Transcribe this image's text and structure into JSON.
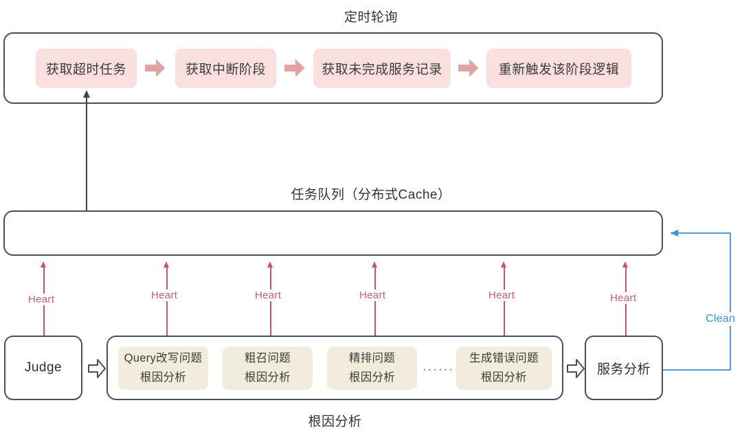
{
  "diagram": {
    "title_top": "定时轮询",
    "title_middle": "任务队列（分布式Cache）",
    "title_bottom": "根因分析"
  },
  "colors": {
    "pink_chip": "#fadfdf",
    "pink_arrow": "#e2a3a3",
    "beige_chip": "#f2ecdc",
    "box_stroke": "#4a4f54",
    "heart_red": "#cf5a6e",
    "clean_blue": "#3d8fd6",
    "text": "#333333",
    "background": "#ffffff"
  },
  "polling_row": {
    "steps": [
      {
        "label": "获取超时任务"
      },
      {
        "label": "获取中断阶段"
      },
      {
        "label": "获取未完成服务记录"
      },
      {
        "label": "重新触发该阶段逻辑"
      }
    ],
    "arrow_icon": "arrow-right-solid"
  },
  "queue": {
    "label": "任务队列（分布式Cache）",
    "inbound_arrow_icon": "arrow-up-solid"
  },
  "heartbeats": [
    {
      "label": "Heart"
    },
    {
      "label": "Heart"
    },
    {
      "label": "Heart"
    },
    {
      "label": "Heart"
    },
    {
      "label": "Heart"
    },
    {
      "label": "Heart"
    }
  ],
  "bottom_row": {
    "judge": {
      "label": "Judge"
    },
    "judge_arrow_icon": "arrow-right-outline",
    "analyzers": [
      {
        "line1": "Query改写问题",
        "line2": "根因分析"
      },
      {
        "line1": "粗召问题",
        "line2": "根因分析"
      },
      {
        "line1": "精排问题",
        "line2": "根因分析"
      },
      {
        "line1": "生成错误问题",
        "line2": "根因分析"
      }
    ],
    "ellipsis": "······",
    "service_arrow_icon": "arrow-right-outline",
    "service": {
      "label": "服务分析"
    }
  },
  "clean_edge": {
    "label": "Clean",
    "icon": "arrow-left-line"
  }
}
